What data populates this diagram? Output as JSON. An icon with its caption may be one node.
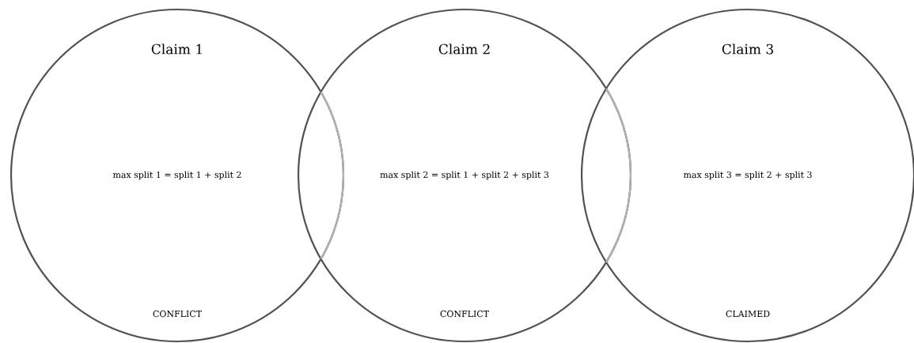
{
  "diagram": {
    "nodes": [
      {
        "text": [
          "Claim 1",
          "max split 1 = split 1 + split 2",
          "CONFLICT"
        ]
      },
      {
        "text": [
          "Claim 2",
          "max split 2 = split 1 + split 2 + split 3",
          "CONFLICT"
        ]
      },
      {
        "text": [
          "Claim 3",
          "max split 3 = split 2 + split 3",
          "CLAIMED"
        ]
      }
    ]
  }
}
